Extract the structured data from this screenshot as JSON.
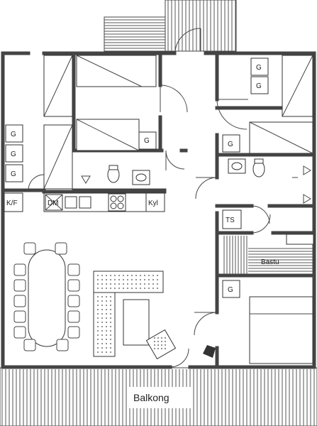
{
  "plan": {
    "labels": {
      "balcony": "Balkong",
      "sauna": "Bastu",
      "fridge": "Kyl",
      "dishwasher": "DM",
      "washer_dryer": "TS",
      "fridge_freezer": "K/F",
      "wardrobe": "G"
    }
  }
}
